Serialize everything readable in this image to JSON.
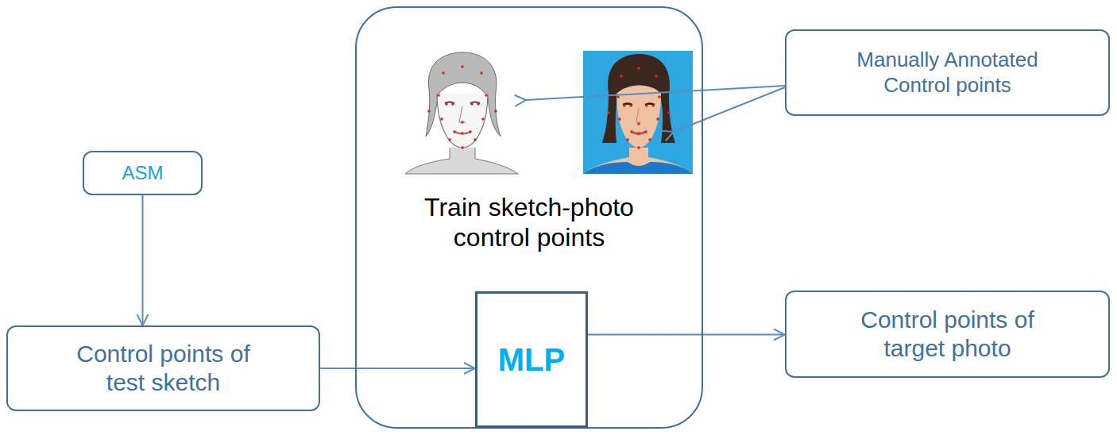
{
  "diagram": {
    "nodes": [
      {
        "text": [
          "ASM"
        ]
      },
      {
        "text": [
          "Train sketch-photo control points"
        ]
      },
      {
        "text": [
          "MLP"
        ],
        "in": 1
      },
      {
        "text": [
          "Manually Annotated Control points"
        ]
      },
      {
        "text": [
          "Control points of test sketch"
        ]
      },
      {
        "text": [
          "Control points of target photo"
        ]
      }
    ],
    "edges": [
      {
        "from": 0,
        "to": 4,
        "arrow": "to"
      },
      {
        "from": 4,
        "to": 2,
        "arrow": "to"
      },
      {
        "from": 2,
        "to": 5,
        "arrow": "to"
      }
    ]
  }
}
